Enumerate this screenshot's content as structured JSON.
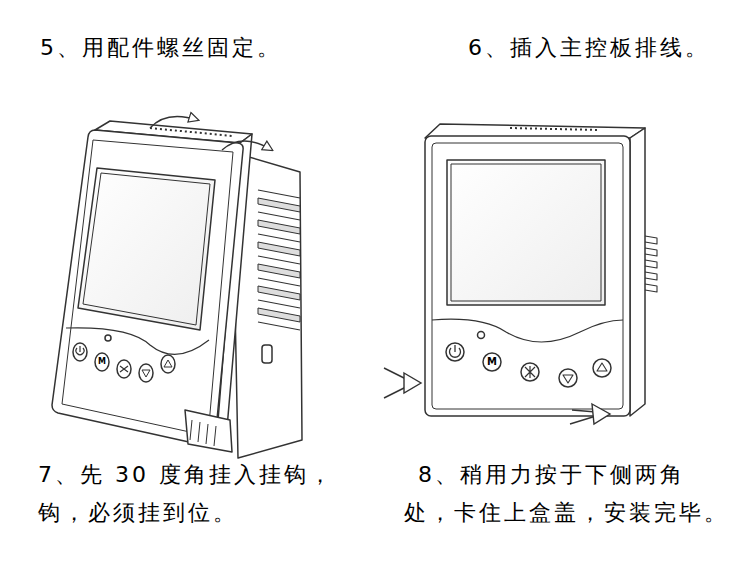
{
  "diagram": {
    "labels": [
      "5、用配件螺丝固定。",
      "6、插入主控板排线。",
      "M",
      "M",
      "7、先 30 度角挂入挂钩，",
      "钩，必须挂到位。",
      "8、稍用力按于下侧两角",
      "处，卡住上盒盖，安装完毕。"
    ]
  }
}
